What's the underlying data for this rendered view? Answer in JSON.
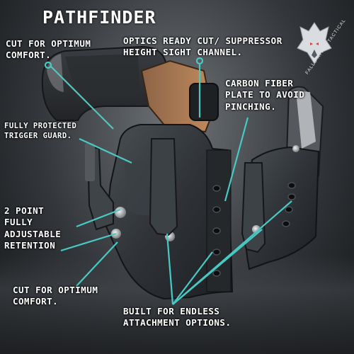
{
  "title": "PATHFINDER",
  "brand": {
    "text": "FALLS RIVER TACTICAL",
    "logo_icon": "wolf-head-icon",
    "accent_color": "#e23a3a"
  },
  "callouts": {
    "cut_top": "CUT FOR OPTIMUM COMFORT.",
    "optics": "OPTICS READY CUT/ SUPPRESSOR HEIGHT SIGHT CHANNEL.",
    "carbon": "CARBON FIBER PLATE TO AVOID PINCHING.",
    "trigger": "FULLY PROTECTED TRIGGER GUARD.",
    "retention": "2 POINT FULLY ADJUSTABLE RETENTION",
    "cut_bottom": "CUT FOR OPTIMUM COMFORT.",
    "attachment": "BUILT FOR ENDLESS ATTACHMENT OPTIONS."
  },
  "colors": {
    "pointer": "#48c9c4",
    "label": "#ffffff",
    "holster": "#2e3236",
    "slide_accent": "#b07a52"
  }
}
